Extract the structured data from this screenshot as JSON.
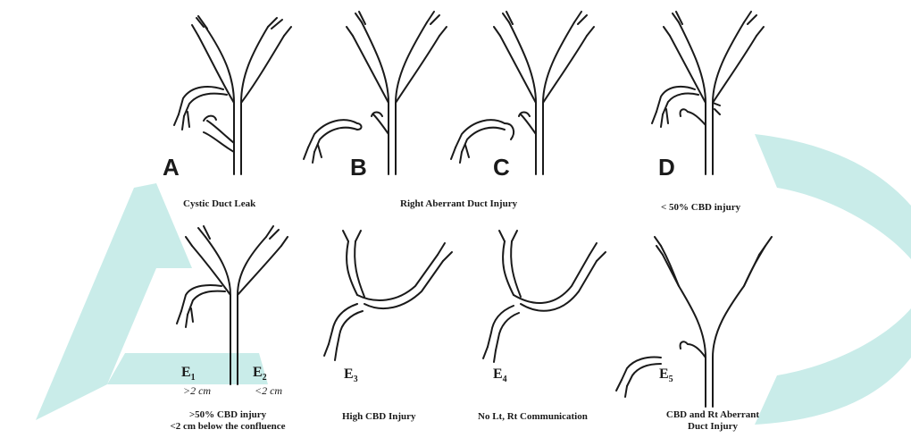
{
  "watermark": {
    "color": "#c9ece9"
  },
  "panels": {
    "A": {
      "letter": "A",
      "caption": "Cystic Duct Leak"
    },
    "B": {
      "letter": "B"
    },
    "C": {
      "letter": "C"
    },
    "D": {
      "letter": "D",
      "caption": "< 50% CBD injury"
    },
    "BC_caption": "Right Aberrant Duct Injury"
  },
  "e_panels": {
    "E1": {
      "label": "E",
      "sub": "1",
      "measure": ">2 cm"
    },
    "E2": {
      "label": "E",
      "sub": "2",
      "measure": "<2 cm"
    },
    "E12_caption_line1": ">50% CBD injury",
    "E12_caption_line2": "<2 cm below the confluence",
    "E3": {
      "label": "E",
      "sub": "3",
      "caption": "High CBD Injury"
    },
    "E4": {
      "label": "E",
      "sub": "4",
      "caption": "No Lt, Rt Communication"
    },
    "E5": {
      "label": "E",
      "sub": "5",
      "caption_line1": "CBD and Rt Aberrant",
      "caption_line2": "Duct Injury"
    }
  }
}
